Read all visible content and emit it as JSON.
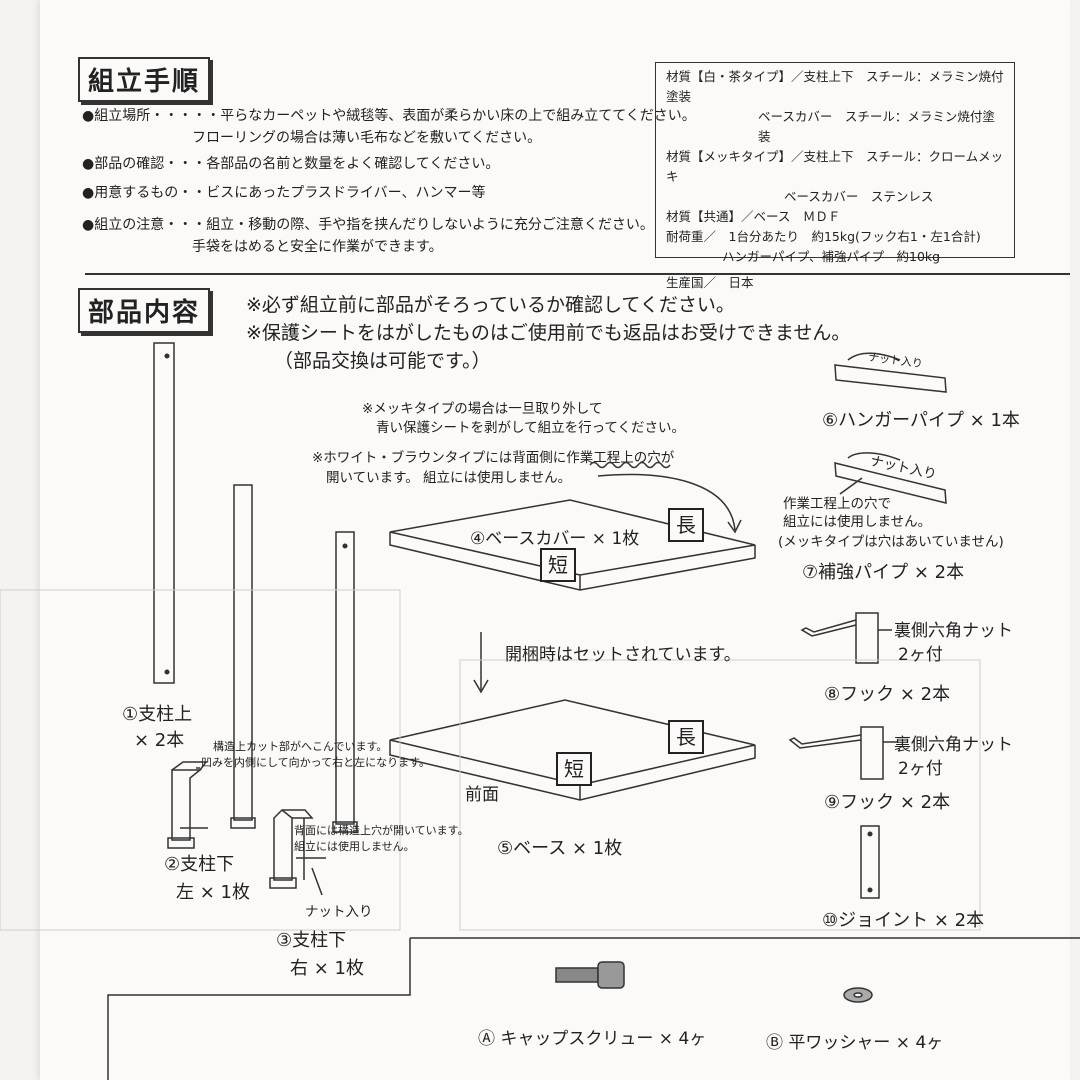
{
  "assembly": {
    "heading": "組立手順",
    "items": [
      {
        "line1": "●組立場所・・・・・平らなカーペットや絨毯等、表面が柔らかい床の上で組み立ててください。",
        "line2": "フローリングの場合は薄い毛布などを敷いてください。"
      },
      {
        "line1": "●部品の確認・・・各部品の名前と数量をよく確認してください。",
        "line2": ""
      },
      {
        "line1": "●用意するもの・・ビスにあったプラスドライバー、ハンマー等",
        "line2": ""
      },
      {
        "line1": "●組立の注意・・・組立・移動の際、手や指を挟んだりしないように充分ご注意ください。",
        "line2": "手袋をはめると安全に作業ができます。"
      }
    ]
  },
  "specs": {
    "lines": [
      "材質【白・茶タイプ】／支柱上下　スチール：メラミン焼付塗装",
      "ベースカバー　スチール：メラミン焼付塗装",
      "材質【メッキタイプ】／支柱上下　スチール：クロームメッキ",
      "ベースカバー　ステンレス",
      "材質【共通】／ベース　ＭＤＦ",
      "耐荷重／　1台分あたり　約15kg(フック右1・左1合計)",
      "ハンガーパイプ、補強パイプ　約10kg",
      "生産国／　日本"
    ]
  },
  "parts": {
    "heading": "部品内容",
    "notice1": "※必ず組立前に部品がそろっているか確認してください。",
    "notice2": "※保護シートをはがしたものはご使用前でも返品はお受けできません。",
    "notice3": "（部品交換は可能です。）",
    "note_mekki_1": "※メッキタイプの場合は一旦取り外して",
    "note_mekki_2": "青い保護シートを剥がして組立を行ってください。",
    "note_hole_1": "※ホワイト・ブラウンタイプには背面側に作業工程上の穴が",
    "note_hole_2": "開いています。 組立には使用しません。",
    "base_cover": "④ベースカバー × 1枚",
    "long": "長",
    "short": "短",
    "set_note": "開梱時はセットされています。",
    "front": "前面",
    "base": "⑤ベース × 1枚",
    "pillar_upper_1": "①支柱上",
    "pillar_upper_2": "× 2本",
    "pillar_lower_note1": "構造上カット部がへこんでいます。",
    "pillar_lower_note2": "凹みを内側にして向かって右と左になります。",
    "pillar_lower_note3": "背面には構造上穴が開いています。",
    "pillar_lower_note4": "組立には使用しません。",
    "pillar_lower_left_1": "②支柱下",
    "pillar_lower_left_2": "左 × 1枚",
    "nut_included": "ナット入り",
    "pillar_lower_right_1": "③支柱下",
    "pillar_lower_right_2": "右 × 1枚",
    "hanger_nut": "ナット入り",
    "hanger": "⑥ハンガーパイプ × 1本",
    "brace_nut": "ナット入り",
    "brace_note1": "作業工程上の穴で",
    "brace_note2": "組立には使用しません。",
    "brace_note3": "(メッキタイプは穴はあいていません)",
    "brace": "⑦補強パイプ × 2本",
    "hook_nut_1": "裏側六角ナット",
    "hook_nut_2": "2ヶ付",
    "hook8": "⑧フック × 2本",
    "hook9_nut_1": "裏側六角ナット",
    "hook9_nut_2": "2ヶ付",
    "hook9": "⑨フック × 2本",
    "joint": "⑩ジョイント × 2本",
    "screw": "Ⓐ キャップスクリュー × 4ヶ",
    "washer": "Ⓑ 平ワッシャー × 4ヶ"
  }
}
